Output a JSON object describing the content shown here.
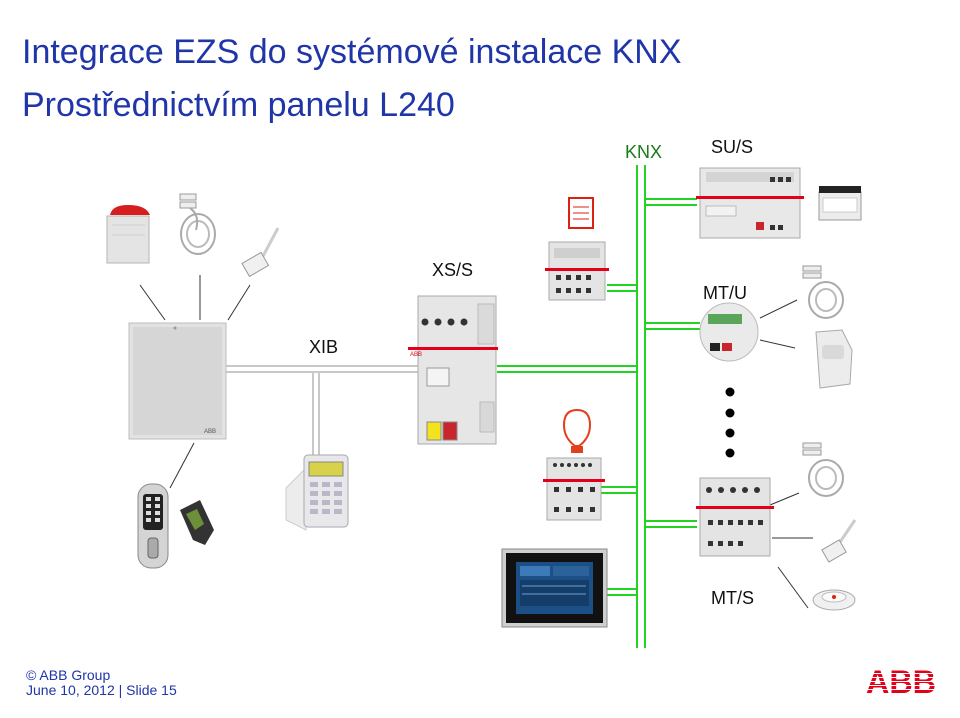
{
  "slide": {
    "title_line1": "Integrace EZS do systémové instalace KNX",
    "title_line2": "Prostřednictvím panelu L240"
  },
  "labels": {
    "knx": "KNX",
    "sus": "SU/S",
    "xss": "XS/S",
    "mtu": "MT/U",
    "xib": "XIB",
    "mts": "MT/S"
  },
  "footer": {
    "line1": "© ABB Group",
    "line2": "June 10, 2012 | Slide 15"
  },
  "logo": {
    "text": "ABB",
    "color": "#e2001a"
  },
  "colors": {
    "title": "#1f35a8",
    "knx_bus": "#22d322",
    "xib_bus": "#c8c8c8",
    "abb_red": "#e2001a"
  },
  "icons": [
    "siren-icon",
    "magnetic-contact-icon",
    "glass-break-sensor-icon",
    "alarm-panel-icon",
    "keypad-icon",
    "key-reader-icon",
    "key-tag-icon",
    "flashing-light-icon",
    "din-module-icon",
    "battery-icon",
    "light-bulb-icon",
    "touch-panel-icon",
    "pir-detector-icon",
    "smoke-detector-icon",
    "universal-interface-icon"
  ]
}
